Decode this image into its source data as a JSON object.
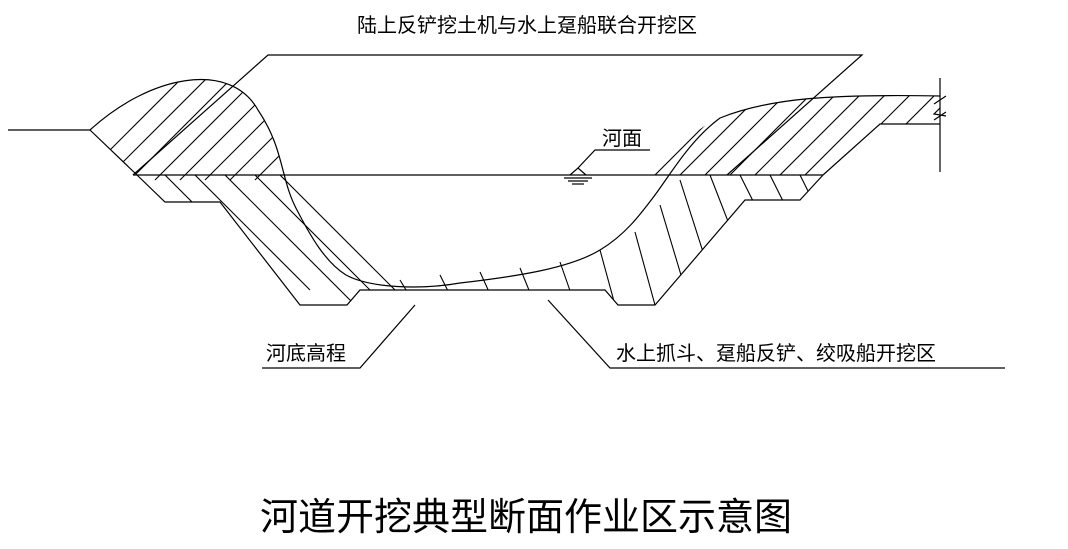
{
  "diagram": {
    "top_label": "陆上反铲挖土机与水上趸船联合开挖区",
    "water_label": "河面",
    "bed_label": "河底高程",
    "right_label": "水上抓斗、趸船反铲、绞吸船开挖区",
    "caption": "河道开挖典型断面作业区示意图"
  }
}
